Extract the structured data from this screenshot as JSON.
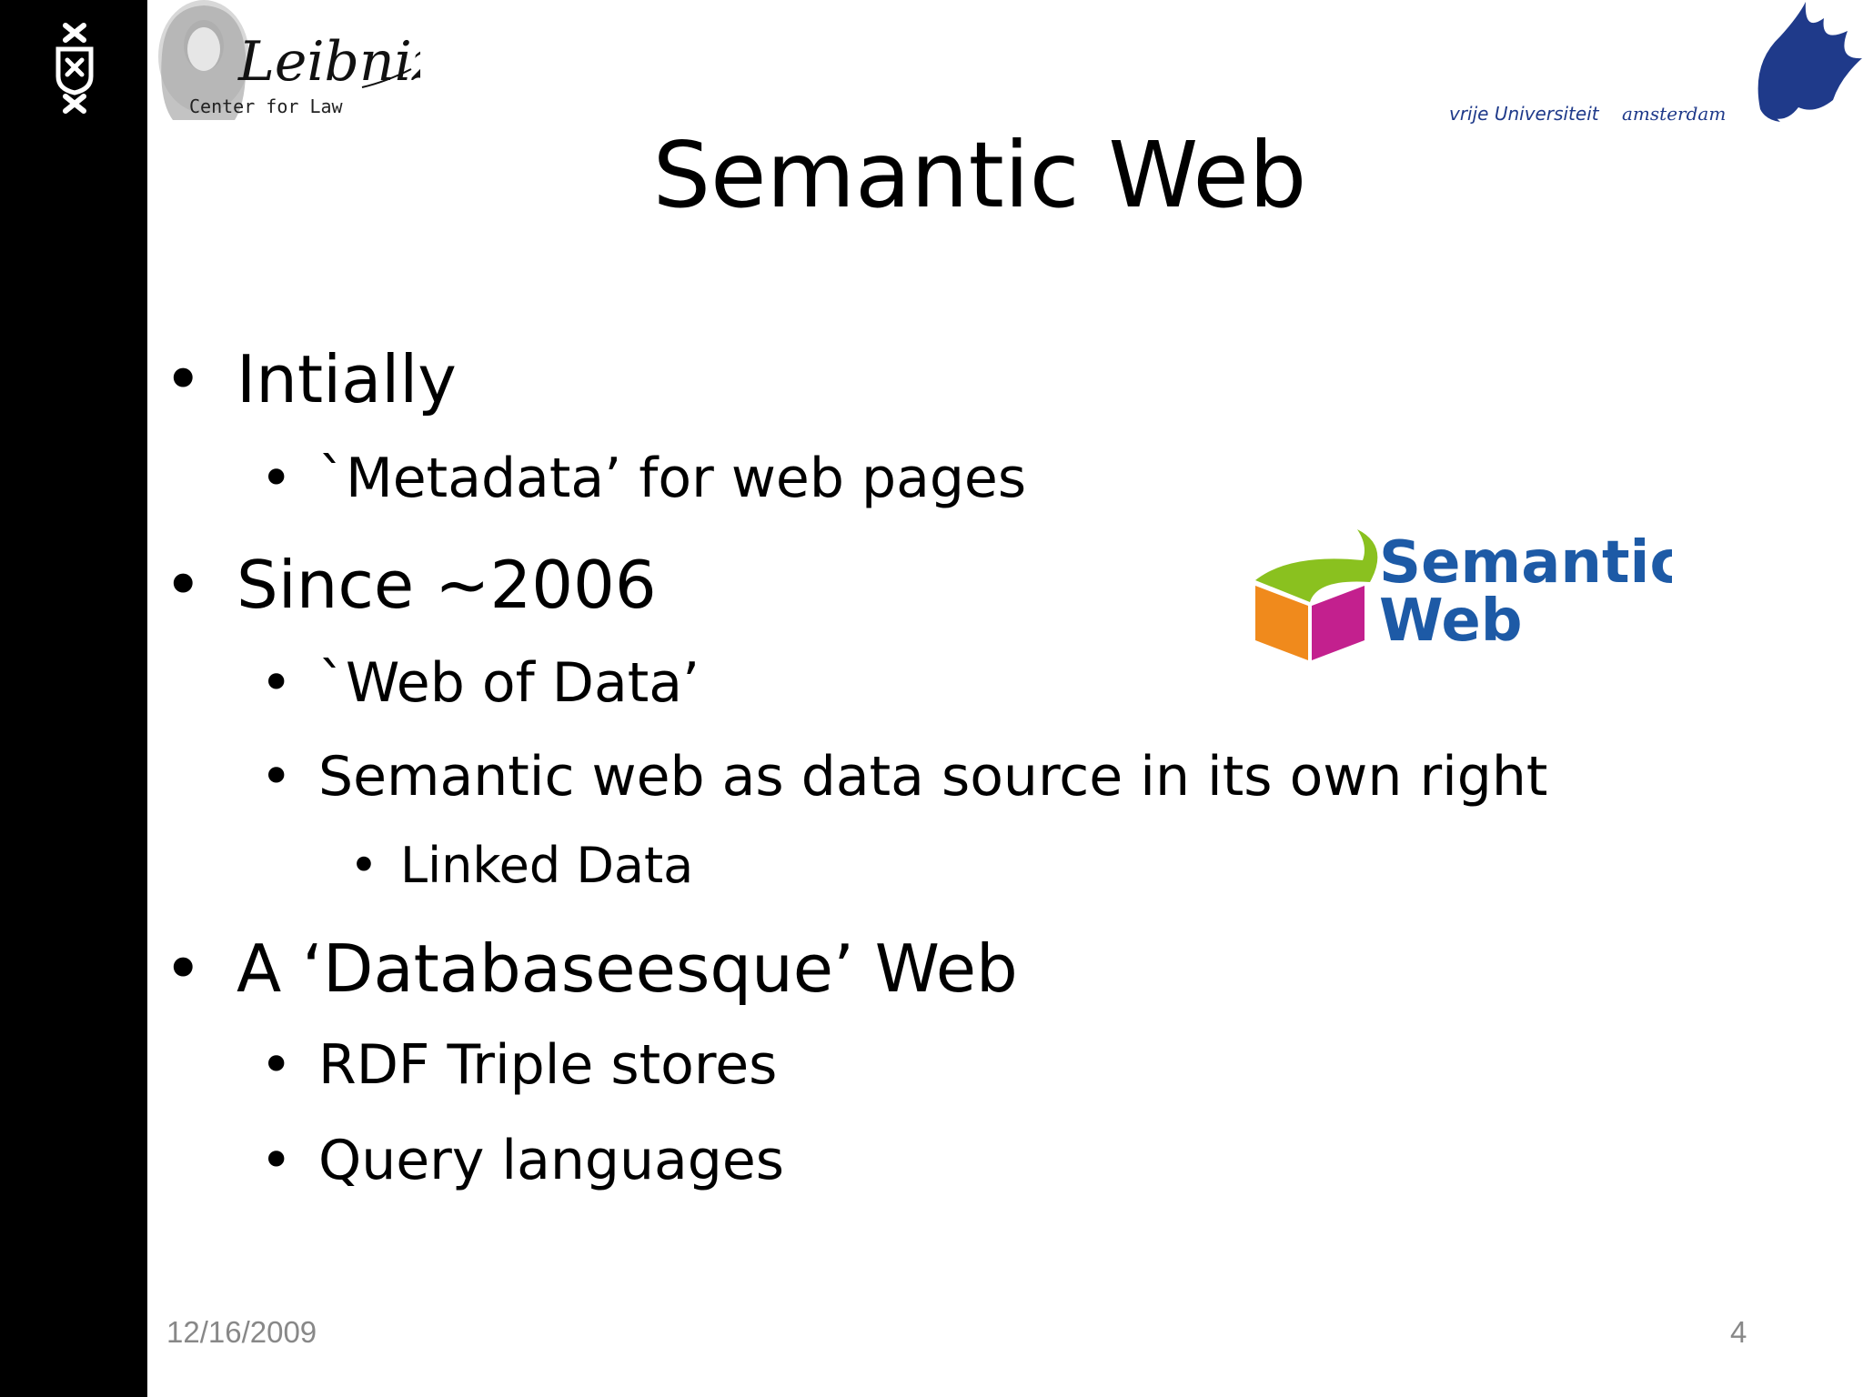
{
  "slide": {
    "title": "Semantic Web",
    "bullets": [
      {
        "level": 1,
        "text": "Intially"
      },
      {
        "level": 2,
        "text": "`Metadata’ for web pages"
      },
      {
        "level": 1,
        "text": "Since ~2006"
      },
      {
        "level": 2,
        "text": "`Web of Data’"
      },
      {
        "level": 2,
        "text": "Semantic web as data source in its own right"
      },
      {
        "level": 3,
        "text": "Linked Data"
      },
      {
        "level": 1,
        "text": "A ‘Databaseesque’ Web"
      },
      {
        "level": 2,
        "text": "RDF Triple stores"
      },
      {
        "level": 2,
        "text": "Query languages"
      }
    ],
    "bullet_glyph": "•"
  },
  "logos": {
    "uva_icon": "uva-crest-icon",
    "leibniz": {
      "script": "Leibniz",
      "subtitle": "Center for Law"
    },
    "vu": {
      "name_part1": "vrije Universiteit",
      "name_part2": "amsterdam",
      "icon": "griffin-icon"
    },
    "semantic_web": {
      "line1": "Semantic",
      "line2": "Web",
      "icon": "semantic-web-cube-icon"
    }
  },
  "footer": {
    "date": "12/16/2009",
    "page_number": "4"
  },
  "colors": {
    "sidebar": "#000000",
    "footer_text": "#888888",
    "vu_blue": "#1f3a8a",
    "sw_blue": "#1d5aa6",
    "sw_green": "#8ac11f",
    "sw_orange": "#f08a1c",
    "sw_magenta": "#c3208e"
  }
}
